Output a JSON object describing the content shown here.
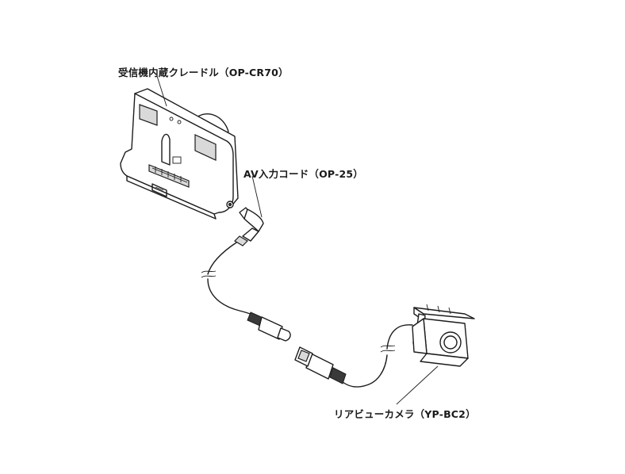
{
  "labels": {
    "cradle": "受信機内蔵クレードル（OP-CR70）",
    "av_cord": "AV入力コード（OP-25）",
    "rear_camera": "リアビューカメラ（YP-BC2）"
  },
  "colors": {
    "line": "#1c1c1c",
    "background": "#ffffff",
    "shade": "#d9d9d9"
  }
}
